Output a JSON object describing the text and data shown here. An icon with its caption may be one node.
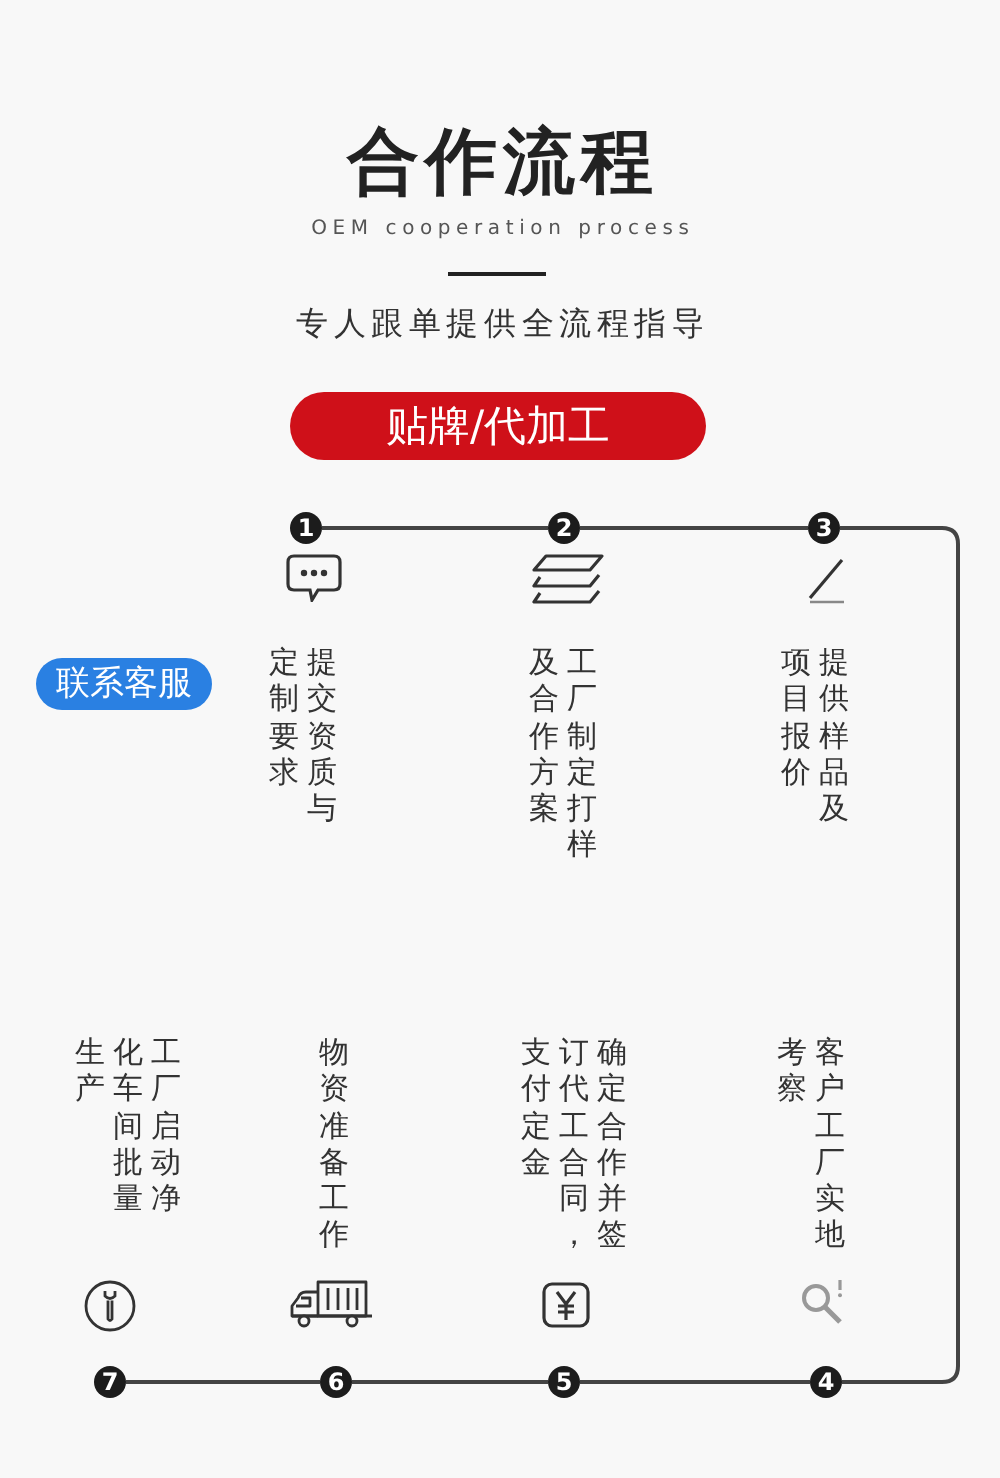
{
  "diagram": {
    "title": "合作流程",
    "nodes": [
      {
        "text": [
          "贴牌/代加工"
        ]
      },
      {
        "text": [
          "联系客服"
        ]
      },
      {
        "text": [
          "1"
        ]
      },
      {
        "text": [
          "2"
        ],
        "beside": [
          "工厂制定打样及合作方案"
        ]
      },
      {
        "text": [
          "3"
        ],
        "beside": [
          "提供样品及项目报价"
        ]
      },
      {
        "text": [
          "4"
        ],
        "beside": [
          "客户工厂实地考察"
        ]
      },
      {
        "text": [
          "5"
        ],
        "beside": [
          "确定合作并签订代工合同，支付定金"
        ]
      },
      {
        "text": [
          "6"
        ],
        "beside": [
          "物资准备工作"
        ]
      },
      {
        "text": [
          "7"
        ]
      }
    ],
    "edges": [
      {
        "from": 2,
        "to": 3,
        "arrow": "none"
      },
      {
        "from": 3,
        "to": 4,
        "arrow": "none"
      },
      {
        "from": 4,
        "to": 5,
        "arrow": "none"
      },
      {
        "from": 5,
        "to": 6,
        "arrow": "none"
      },
      {
        "from": 6,
        "to": 7,
        "arrow": "none"
      },
      {
        "from": 7,
        "to": 8,
        "arrow": "none"
      }
    ],
    "labels": [
      "OEM cooperation process",
      "专人跟单提供全流程指导",
      "提交资质与定制要求",
      "工厂启动净化车间批量生产"
    ]
  }
}
